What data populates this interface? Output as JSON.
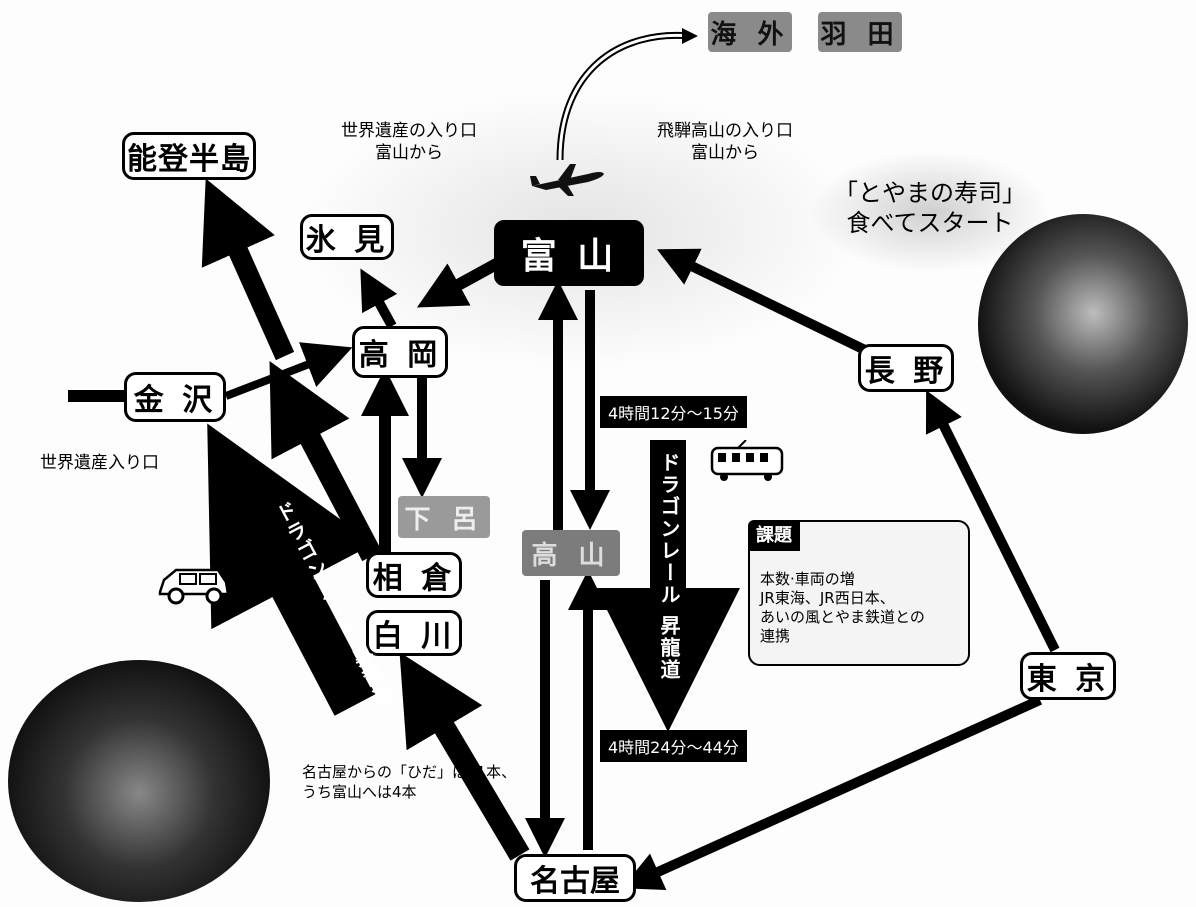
{
  "nodes": {
    "toyama": "富 山",
    "takaoka": "高 岡",
    "himi": "氷 見",
    "noto": "能登半島",
    "kanazawa": "金 沢",
    "nagano": "長 野",
    "tokyo": "東 京",
    "nagoya": "名古屋",
    "ainokura": "相 倉",
    "shirakawa": "白 川",
    "kaigai": "海 外",
    "haneda": "羽 田",
    "gero": "下 呂",
    "takayama": "高 山"
  },
  "captions": {
    "world_heritage_entry": "世界遺産の入り口\n富山から",
    "hida_entry": "飛騨高山の入り口\n富山から",
    "sushi": "「とやまの寿司」\n食べてスタート",
    "kanazawa_heritage": "世界遺産入り口",
    "hida_note": "名古屋からの「ひだ」は11本、\nうち富山へは4本"
  },
  "times": {
    "upper": "4時間12分～15分",
    "lower": "4時間24分～44分"
  },
  "routes": {
    "dragon_rail": "ドラゴンレール 昇龍道",
    "dragon_route": "ドラゴンルート 昇龍道"
  },
  "issue": {
    "title": "課題",
    "body": "本数·車両の増\nJR東海、JR西日本、\nあいの風とやま鉄道との\n連携"
  },
  "icons": [
    "airplane-icon",
    "train-icon",
    "car-icon"
  ]
}
